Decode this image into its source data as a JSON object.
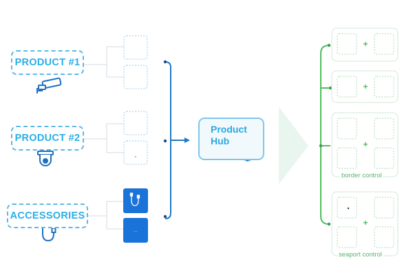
{
  "products": [
    {
      "label": "PRODUCT #1",
      "icon": "security-camera-icon"
    },
    {
      "label": "PRODUCT #2",
      "icon": "dome-camera-icon"
    },
    {
      "label": "ACCESSORIES",
      "icon": "audio-cable-icon"
    }
  ],
  "hub": {
    "title": "Product Hub",
    "icon": "origami-brain-icon"
  },
  "groups": [
    {
      "caption": ""
    },
    {
      "caption": ""
    },
    {
      "caption": "border control"
    },
    {
      "caption": "seaport control"
    }
  ],
  "colors": {
    "label_cyan": "#29aee6",
    "line_blue": "#1e78c8",
    "tile_blue": "#1a73d9",
    "green": "#4fbd5e",
    "arrow_mint": "#e9f6ef"
  }
}
